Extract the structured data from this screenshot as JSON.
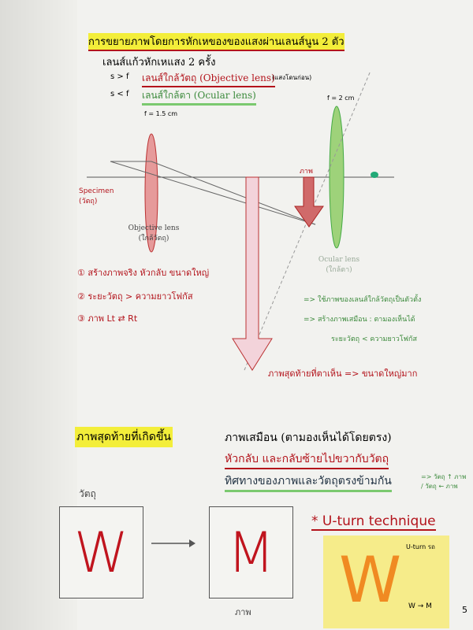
{
  "heading": "การขยายภาพโดยการหักเหของของแสงผ่านเลนส์นูน 2 ตัว",
  "bullet": "เลนส์แก้วหักเหแสง 2 ครั้ง",
  "lens1": {
    "cond": "s > f",
    "label": "เลนส์ใกล้วัตถุ (Objective lens)",
    "note": "(แสงโดนก่อน)"
  },
  "lens2": {
    "cond": "s < f",
    "label": "เลนส์ใกล้ตา   (Ocular lens)"
  },
  "diagram": {
    "f1": "f = 1.5 cm",
    "f2": "f = 2 cm",
    "specimen": "Specimen (วัตถุ)",
    "objective": "Objective lens (ใกล้วัตถุ)",
    "ocular": "Ocular lens (ใกล้ตา)",
    "image": "ภาพ",
    "final": "ภาพสุดท้ายที่ตาเห็น => ขนาดใหญ่มาก"
  },
  "objective_notes": [
    "① สร้างภาพจริง หัวกลับ ขนาดใหญ่",
    "② ระยะวัตถุ > ความยาวโฟกัส",
    "③ ภาพ Lt ⇄ Rt"
  ],
  "ocular_notes": [
    "=> ใช้ภาพของเลนส์ใกล้วัตถุเป็นตัวตั้ง",
    "=> สร้างภาพเสมือน : ตามองเห็นได้",
    "ระยะวัตถุ < ความยาวโฟกัส"
  ],
  "final_title": "ภาพสุดท้ายที่เกิดขึ้น",
  "final_lines": [
    "ภาพเสมือน (ตามองเห็นได้โดยตรง)",
    "หัวกลับ และกลับซ้ายไปขวากับวัตถุ",
    "ทิศทางของภาพและวัตถุตรงข้ามกัน"
  ],
  "side_note": "=> วัตถุ ↑ ภาพ / วัตถุ ← ภาพ",
  "object_label": "วัตถุ",
  "image_label": "ภาพ",
  "object_letter": "W",
  "image_letter": "M",
  "uturn": "* U-turn technique",
  "sticky": {
    "title": "U-turn รถ",
    "letter": "W",
    "small": "W → M"
  },
  "page_number": "5"
}
